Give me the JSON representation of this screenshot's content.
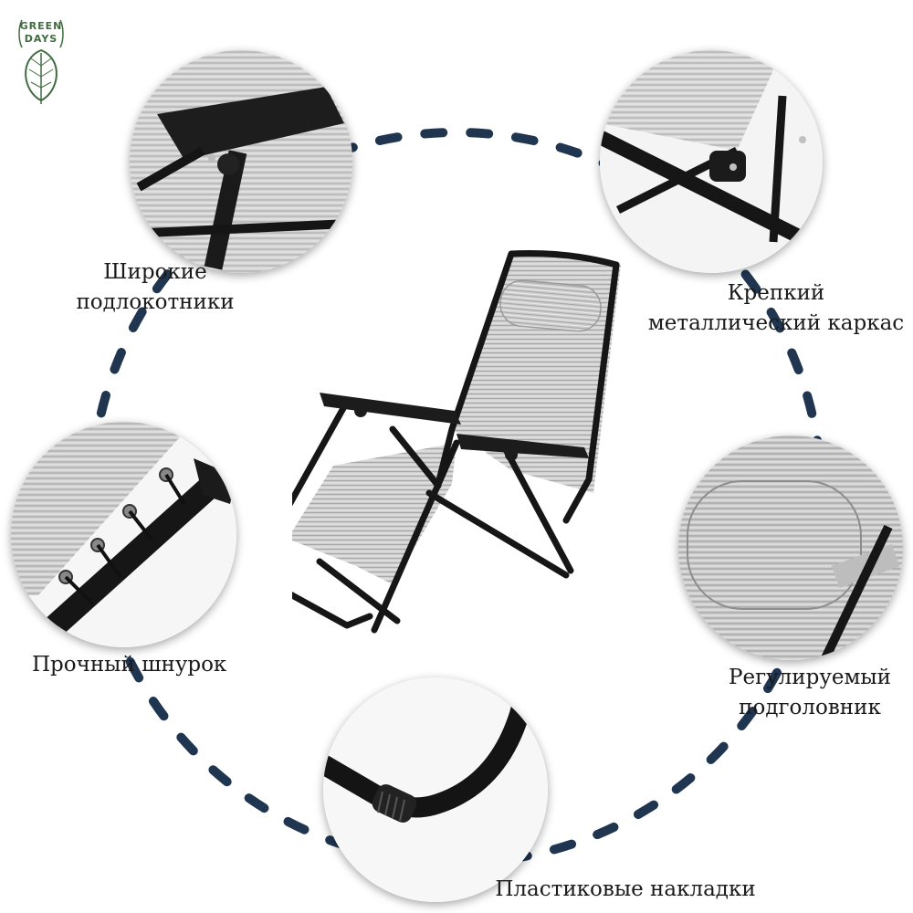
{
  "brand": {
    "logo_text_top": "GREEN",
    "logo_text_bottom": "DAYS",
    "color": "#3f6b3f"
  },
  "features": [
    {
      "id": "armrests",
      "lines": [
        "Широкие",
        "подлокотники"
      ],
      "icon": "armrest-closeup"
    },
    {
      "id": "frame",
      "lines": [
        "Крепкий",
        "металлический каркас"
      ],
      "icon": "frame-joint-closeup"
    },
    {
      "id": "cord",
      "lines": [
        "Прочный шнурок"
      ],
      "icon": "cord-lacing-closeup"
    },
    {
      "id": "headrest",
      "lines": [
        "Регулируемый",
        "подголовник"
      ],
      "icon": "headrest-pillow-closeup"
    },
    {
      "id": "caps",
      "lines": [
        "Пластиковые накладки"
      ],
      "icon": "plastic-cap-closeup"
    }
  ],
  "product": {
    "icon": "zero-gravity-lounge-chair"
  },
  "colors": {
    "dash": "#1f3550",
    "fabric": "#c9c9c9",
    "frame": "#161616"
  }
}
